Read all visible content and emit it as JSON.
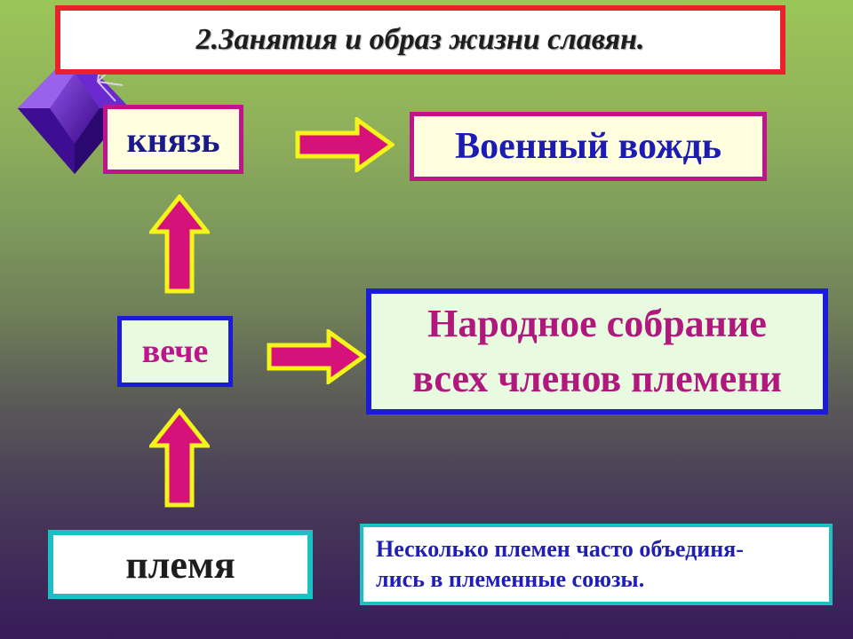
{
  "slide": {
    "title": "2.Занятия и образ жизни славян.",
    "knyaz": "князь",
    "vozhd": "Военный вождь",
    "veche": "вече",
    "sobranie_line1": "Народное собрание",
    "sobranie_line2": "всех членов племени",
    "plemya": "племя",
    "note_line1": "Несколько племен часто объединя-",
    "note_line2": "лись в племенные союзы."
  },
  "colors": {
    "title_border": "#e8212a",
    "box_border_magenta": "#c0148a",
    "box_border_blue": "#1c1cd8",
    "box_border_cyan": "#1cc0c4",
    "arrow_fill": "#d6127a",
    "arrow_outline": "#f5f51a",
    "gem": "#5a16b4"
  }
}
